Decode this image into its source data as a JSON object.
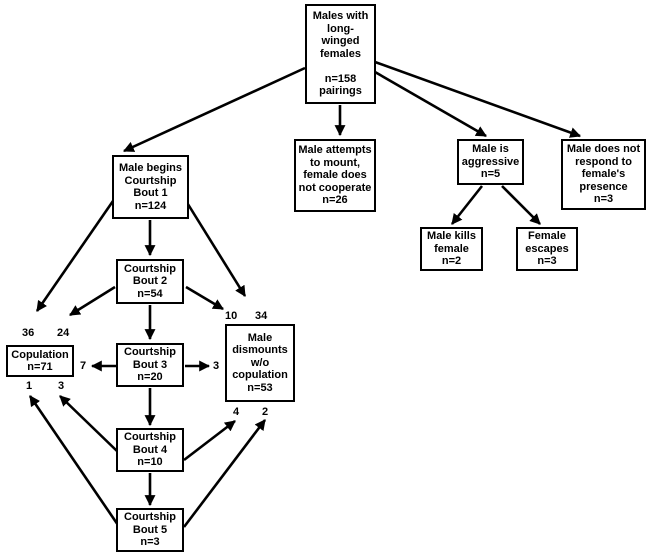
{
  "nodes": {
    "root": "Males with\nlong-\nwinged\nfemales\n\nn=158\npairings",
    "courtship_bout_1": "Male begins\nCourtship\nBout 1\nn=124",
    "attempts_mount": "Male attempts\nto mount,\nfemale does\nnot cooperate\nn=26",
    "aggressive": "Male is\naggressive\nn=5",
    "no_response": "Male does not\nrespond to\nfemale's\npresence\nn=3",
    "kills_female": "Male kills\nfemale\nn=2",
    "female_escapes": "Female\nescapes\nn=3",
    "courtship_bout_2": "Courtship\nBout 2\nn=54",
    "copulation": "Copulation\nn=71",
    "courtship_bout_3": "Courtship\nBout 3\nn=20",
    "dismounts": "Male\ndismounts\nw/o\ncopulation\nn=53",
    "courtship_bout_4": "Courtship\nBout 4\nn=10",
    "courtship_bout_5": "Courtship\nBout 5\nn=3"
  },
  "flow_counts": {
    "b1_to_copulation": "36",
    "b2_to_copulation": "24",
    "b2_to_dismount": "10",
    "b1_to_dismount": "34",
    "b3_to_copulation": "7",
    "b3_to_dismount": "3",
    "b5_to_copulation": "1",
    "b4_to_copulation": "3",
    "b4_to_dismount": "4",
    "b5_to_dismount": "2"
  }
}
